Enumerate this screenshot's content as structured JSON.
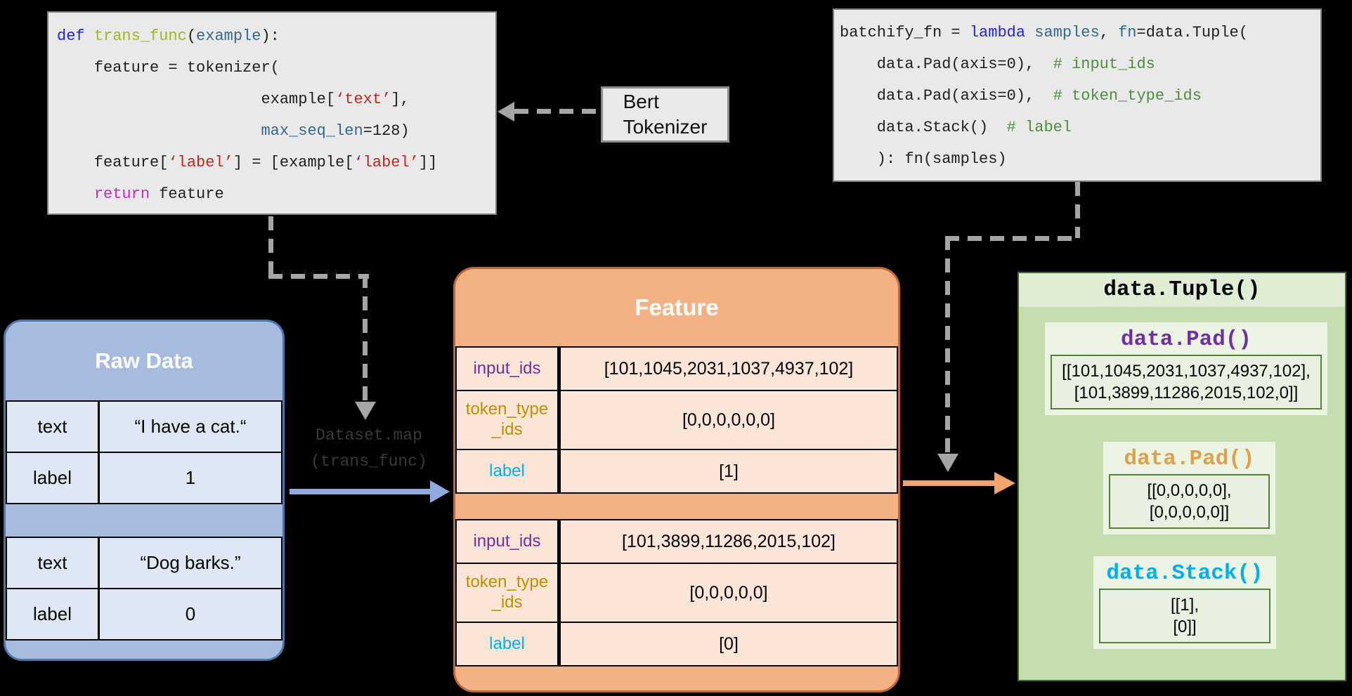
{
  "colors": {
    "background": "#000000",
    "code_bg": "#e9e9e9",
    "keyword_blue": "#2323dd",
    "func_olive": "#a9b223",
    "param_teal": "#33688e",
    "string_red": "#c2261f",
    "return_magenta": "#c42bc4",
    "comment_green": "#4e8c3f",
    "raw_header_blue": "#a7bbde",
    "raw_cell_blue": "#dee8f5",
    "feature_header_orange": "#f4b183",
    "feature_cell_peach": "#fbe5d6",
    "tuple_body_green": "#c5deb0",
    "tuple_head_green": "#e0edd5",
    "arrow_gray": "#a5a5a5",
    "arrow_blue": "#8faadc",
    "arrow_orange": "#f1a46f",
    "input_ids_purple": "#7030a0",
    "token_type_gold": "#bf9000",
    "label_cyan": "#00b0f0"
  },
  "code_left": {
    "lines": [
      [
        [
          "kw",
          "def "
        ],
        [
          "fn",
          "trans_func"
        ],
        [
          "pl",
          "("
        ],
        [
          "var",
          "example"
        ],
        [
          "pl",
          "):"
        ]
      ],
      [
        [
          "pl",
          "    feature = tokenizer("
        ]
      ],
      [
        [
          "pl",
          "                      example["
        ],
        [
          "str",
          "‘text’"
        ],
        [
          "pl",
          "],"
        ]
      ],
      [
        [
          "var",
          "                      max_seq_len"
        ],
        [
          "pl",
          "=128)"
        ]
      ],
      [
        [
          "pl",
          "    feature["
        ],
        [
          "str",
          "‘label’"
        ],
        [
          "pl",
          "] = [example["
        ],
        [
          "str",
          "‘label’"
        ],
        [
          "pl",
          "]]"
        ]
      ],
      [
        [
          "pl",
          "    "
        ],
        [
          "ret",
          "return"
        ],
        [
          "pl",
          " feature"
        ]
      ]
    ]
  },
  "code_right": {
    "lines": [
      [
        [
          "pl",
          "batchify_fn = "
        ],
        [
          "kw",
          "lambda"
        ],
        [
          "pl",
          " "
        ],
        [
          "var",
          "samples"
        ],
        [
          "pl",
          ", "
        ],
        [
          "var",
          "fn"
        ],
        [
          "pl",
          "=data.Tuple("
        ]
      ],
      [
        [
          "pl",
          "    data.Pad(axis=0),  "
        ],
        [
          "com",
          "# input_ids"
        ]
      ],
      [
        [
          "pl",
          "    data.Pad(axis=0),  "
        ],
        [
          "com",
          "# token_type_ids"
        ]
      ],
      [
        [
          "pl",
          "    data.Stack()  "
        ],
        [
          "com",
          "# label"
        ]
      ],
      [
        [
          "pl",
          "    ): fn(samples)"
        ]
      ]
    ]
  },
  "bert_box": {
    "label": "Bert\nTokenizer"
  },
  "dataset_map": {
    "label": "Dataset.map\n(trans_func)"
  },
  "raw_data": {
    "title": "Raw Data",
    "records": [
      {
        "rows": [
          {
            "key": "text",
            "value": "“I have a cat.“"
          },
          {
            "key": "label",
            "value": "1"
          }
        ]
      },
      {
        "rows": [
          {
            "key": "text",
            "value": "“Dog barks.”"
          },
          {
            "key": "label",
            "value": "0"
          }
        ]
      }
    ]
  },
  "feature": {
    "title": "Feature",
    "records": [
      {
        "rows": [
          {
            "key": "input_ids",
            "value": "[101,1045,2031,1037,4937,102]"
          },
          {
            "key": "token_type\n_ids",
            "value": "[0,0,0,0,0,0]"
          },
          {
            "key": "label",
            "value": "[1]"
          }
        ]
      },
      {
        "rows": [
          {
            "key": "input_ids",
            "value": "[101,3899,11286,2015,102]"
          },
          {
            "key": "token_type\n_ids",
            "value": "[0,0,0,0,0]"
          },
          {
            "key": "label",
            "value": "[0]"
          }
        ]
      }
    ]
  },
  "tuple_panel": {
    "title": "data.Tuple()",
    "boxes": [
      {
        "title": "data.Pad()",
        "value": "[[101,1045,2031,1037,4937,102],\n[101,3899,11286,2015,102,0]]"
      },
      {
        "title": "data.Pad()",
        "value": "[[0,0,0,0,0],\n[0,0,0,0,0]]"
      },
      {
        "title": "data.Stack()",
        "value": "[[1],\n[0]]"
      }
    ]
  }
}
